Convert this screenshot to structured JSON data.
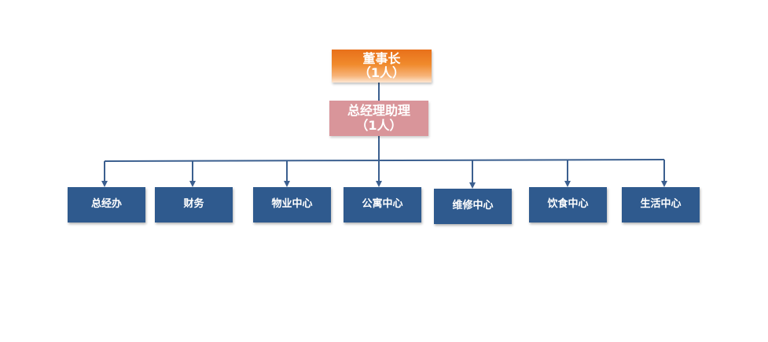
{
  "org_chart": {
    "top": {
      "title": "董事长",
      "count": "（1人）"
    },
    "assistant": {
      "title": "总经理助理",
      "count": "（1人）"
    },
    "departments": [
      {
        "label": "总经办"
      },
      {
        "label": "财务"
      },
      {
        "label": "物业中心"
      },
      {
        "label": "公寓中心"
      },
      {
        "label": "维修中心"
      },
      {
        "label": "饮食中心"
      },
      {
        "label": "生活中心"
      }
    ]
  },
  "colors": {
    "chairman_gradient_top": "#e8701a",
    "assistant_fill": "#d9959a",
    "department_fill": "#2f5a8e",
    "connector": "#3b5f8f"
  }
}
